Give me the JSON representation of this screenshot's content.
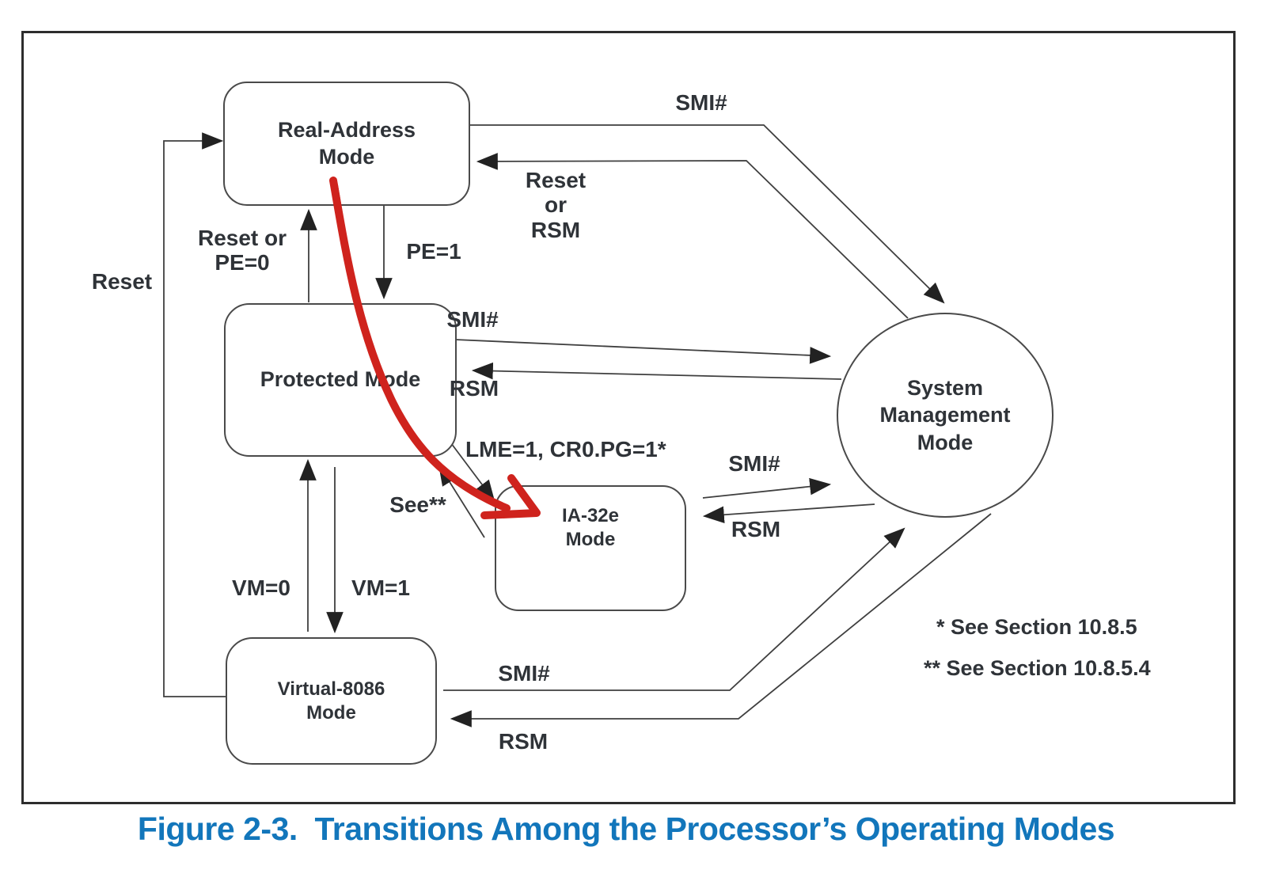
{
  "caption": "Figure 2-3.  Transitions Among the Processor’s Operating Modes",
  "colors": {
    "caption_blue": "#1276bb",
    "line": "#3f3f3f",
    "arrowhead": "#222222",
    "annotation_red": "#cf231d",
    "box_border": "#4a4a4a"
  },
  "nodes": {
    "real_address": {
      "label": "Real-Address\nMode"
    },
    "protected": {
      "label": "Protected Mode"
    },
    "ia32e": {
      "label": "IA-32e\nMode"
    },
    "virtual8086": {
      "label": "Virtual-8086\nMode"
    },
    "smm": {
      "label": "System\nManagement\nMode"
    }
  },
  "edge_labels": {
    "reset_left": "Reset",
    "reset_or_pe0": "Reset or\nPE=0",
    "pe1": "PE=1",
    "smi_top": "SMI#",
    "reset_or_rsm": "Reset\nor\nRSM",
    "smi_protected": "SMI#",
    "rsm_protected": "RSM",
    "lme": "LME=1, CR0.PG=1*",
    "see": "See**",
    "vm0": "VM=0",
    "vm1": "VM=1",
    "smi_ia32e": "SMI#",
    "rsm_ia32e": "RSM",
    "smi_v86": "SMI#",
    "rsm_v86": "RSM"
  },
  "notes": {
    "line1": "* See Section 10.8.5",
    "line2": "** See Section 10.8.5.4"
  }
}
